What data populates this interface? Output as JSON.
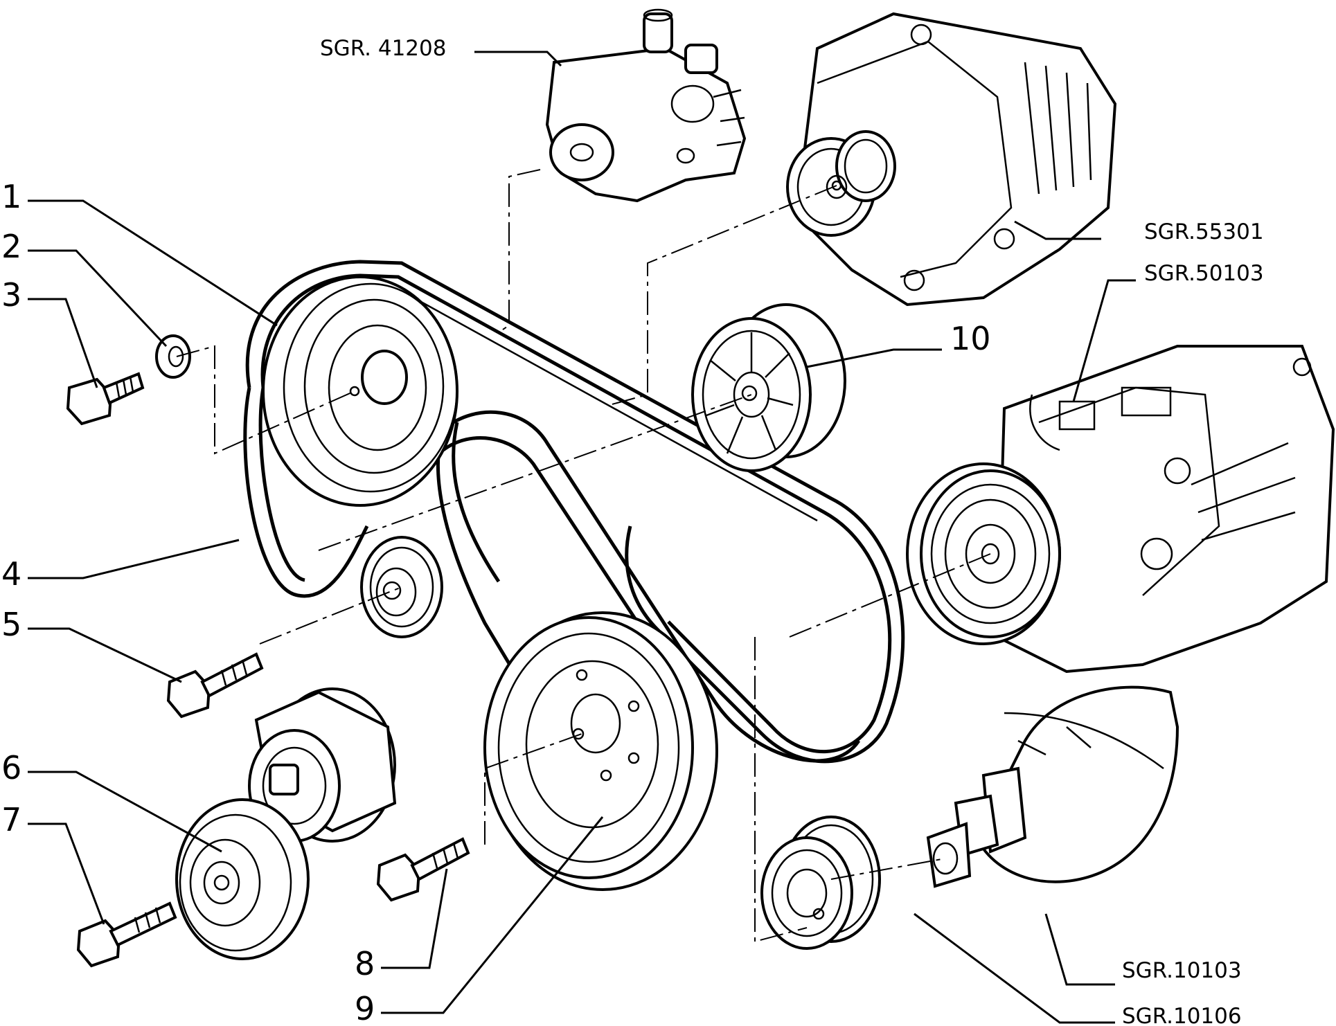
{
  "diagram": {
    "callouts": [
      "1",
      "2",
      "3",
      "4",
      "5",
      "6",
      "7",
      "8",
      "9",
      "10"
    ],
    "references": {
      "power_steering_pump": "SGR. 41208",
      "alternator": "SGR.55301",
      "ac_compressor": "SGR.50103",
      "crankshaft": "SGR.10103",
      "crank_pulley": "SGR.10106"
    }
  }
}
